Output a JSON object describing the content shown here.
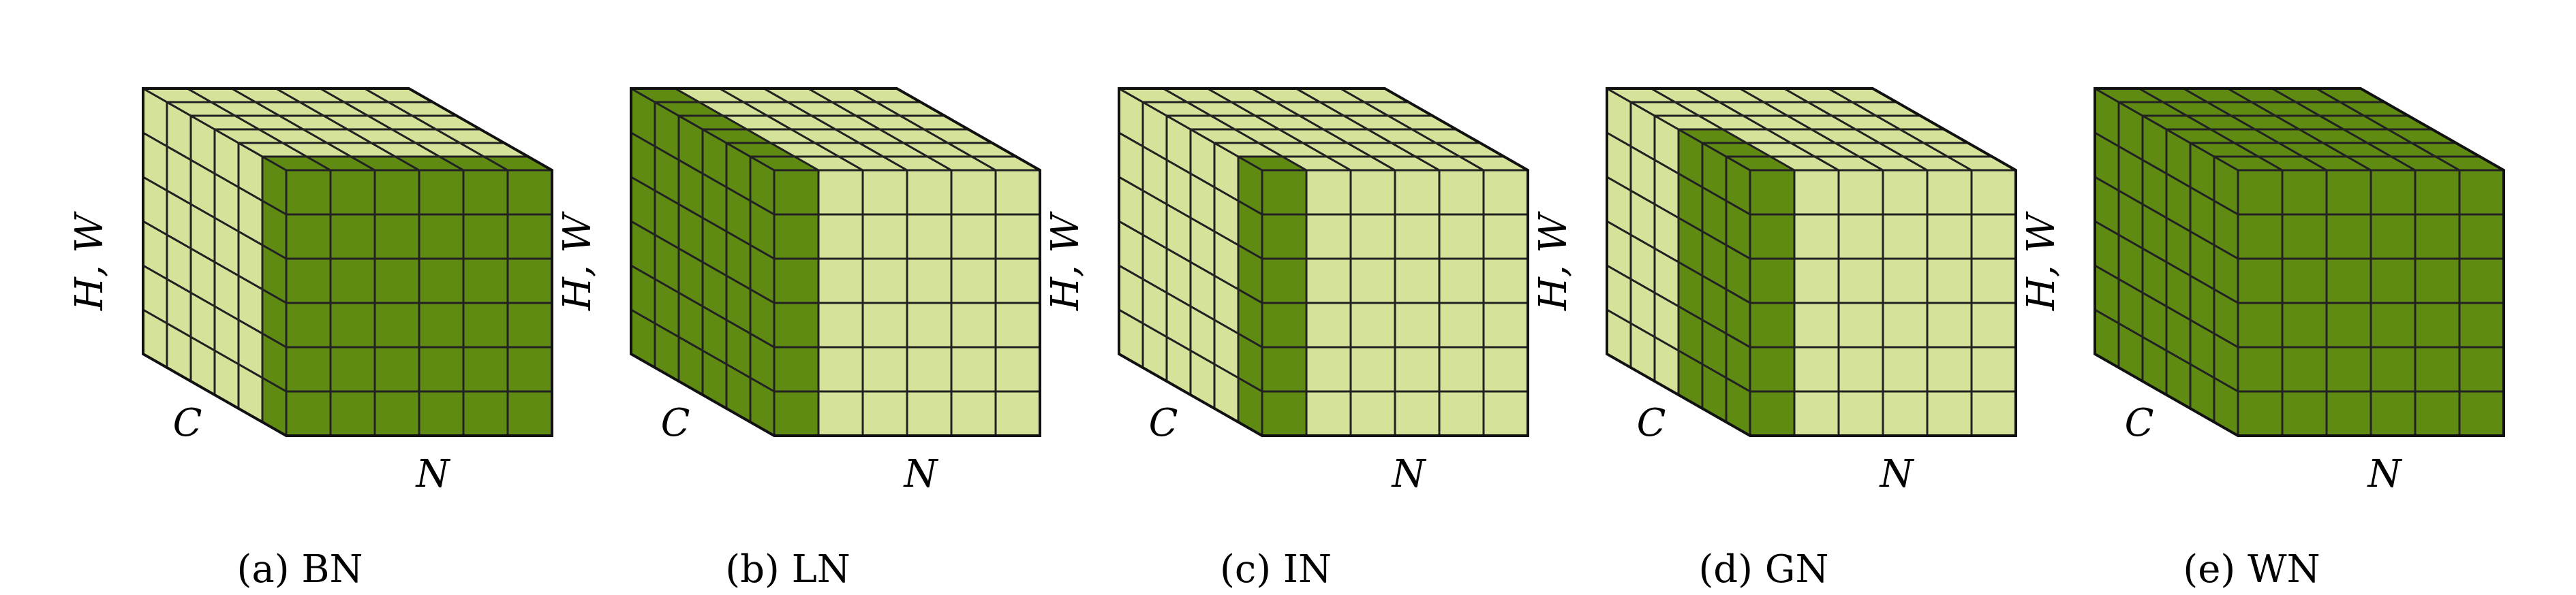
{
  "colors": {
    "light": "#d4e29a",
    "dark": "#5f8b12",
    "edge": "#222222"
  },
  "grid": {
    "n": 6,
    "c": 6,
    "hw": 6
  },
  "axis_labels": {
    "hw": "H, W",
    "c": "C",
    "n": "N"
  },
  "panels": [
    {
      "id": "bn",
      "caption": "(a) BN",
      "highlight": "bn"
    },
    {
      "id": "ln",
      "caption": "(b) LN",
      "highlight": "ln"
    },
    {
      "id": "in",
      "caption": "(c) IN",
      "highlight": "in"
    },
    {
      "id": "gn",
      "caption": "(d) GN",
      "highlight": "gn"
    },
    {
      "id": "wn",
      "caption": "(e) WN",
      "highlight": "wn"
    }
  ]
}
